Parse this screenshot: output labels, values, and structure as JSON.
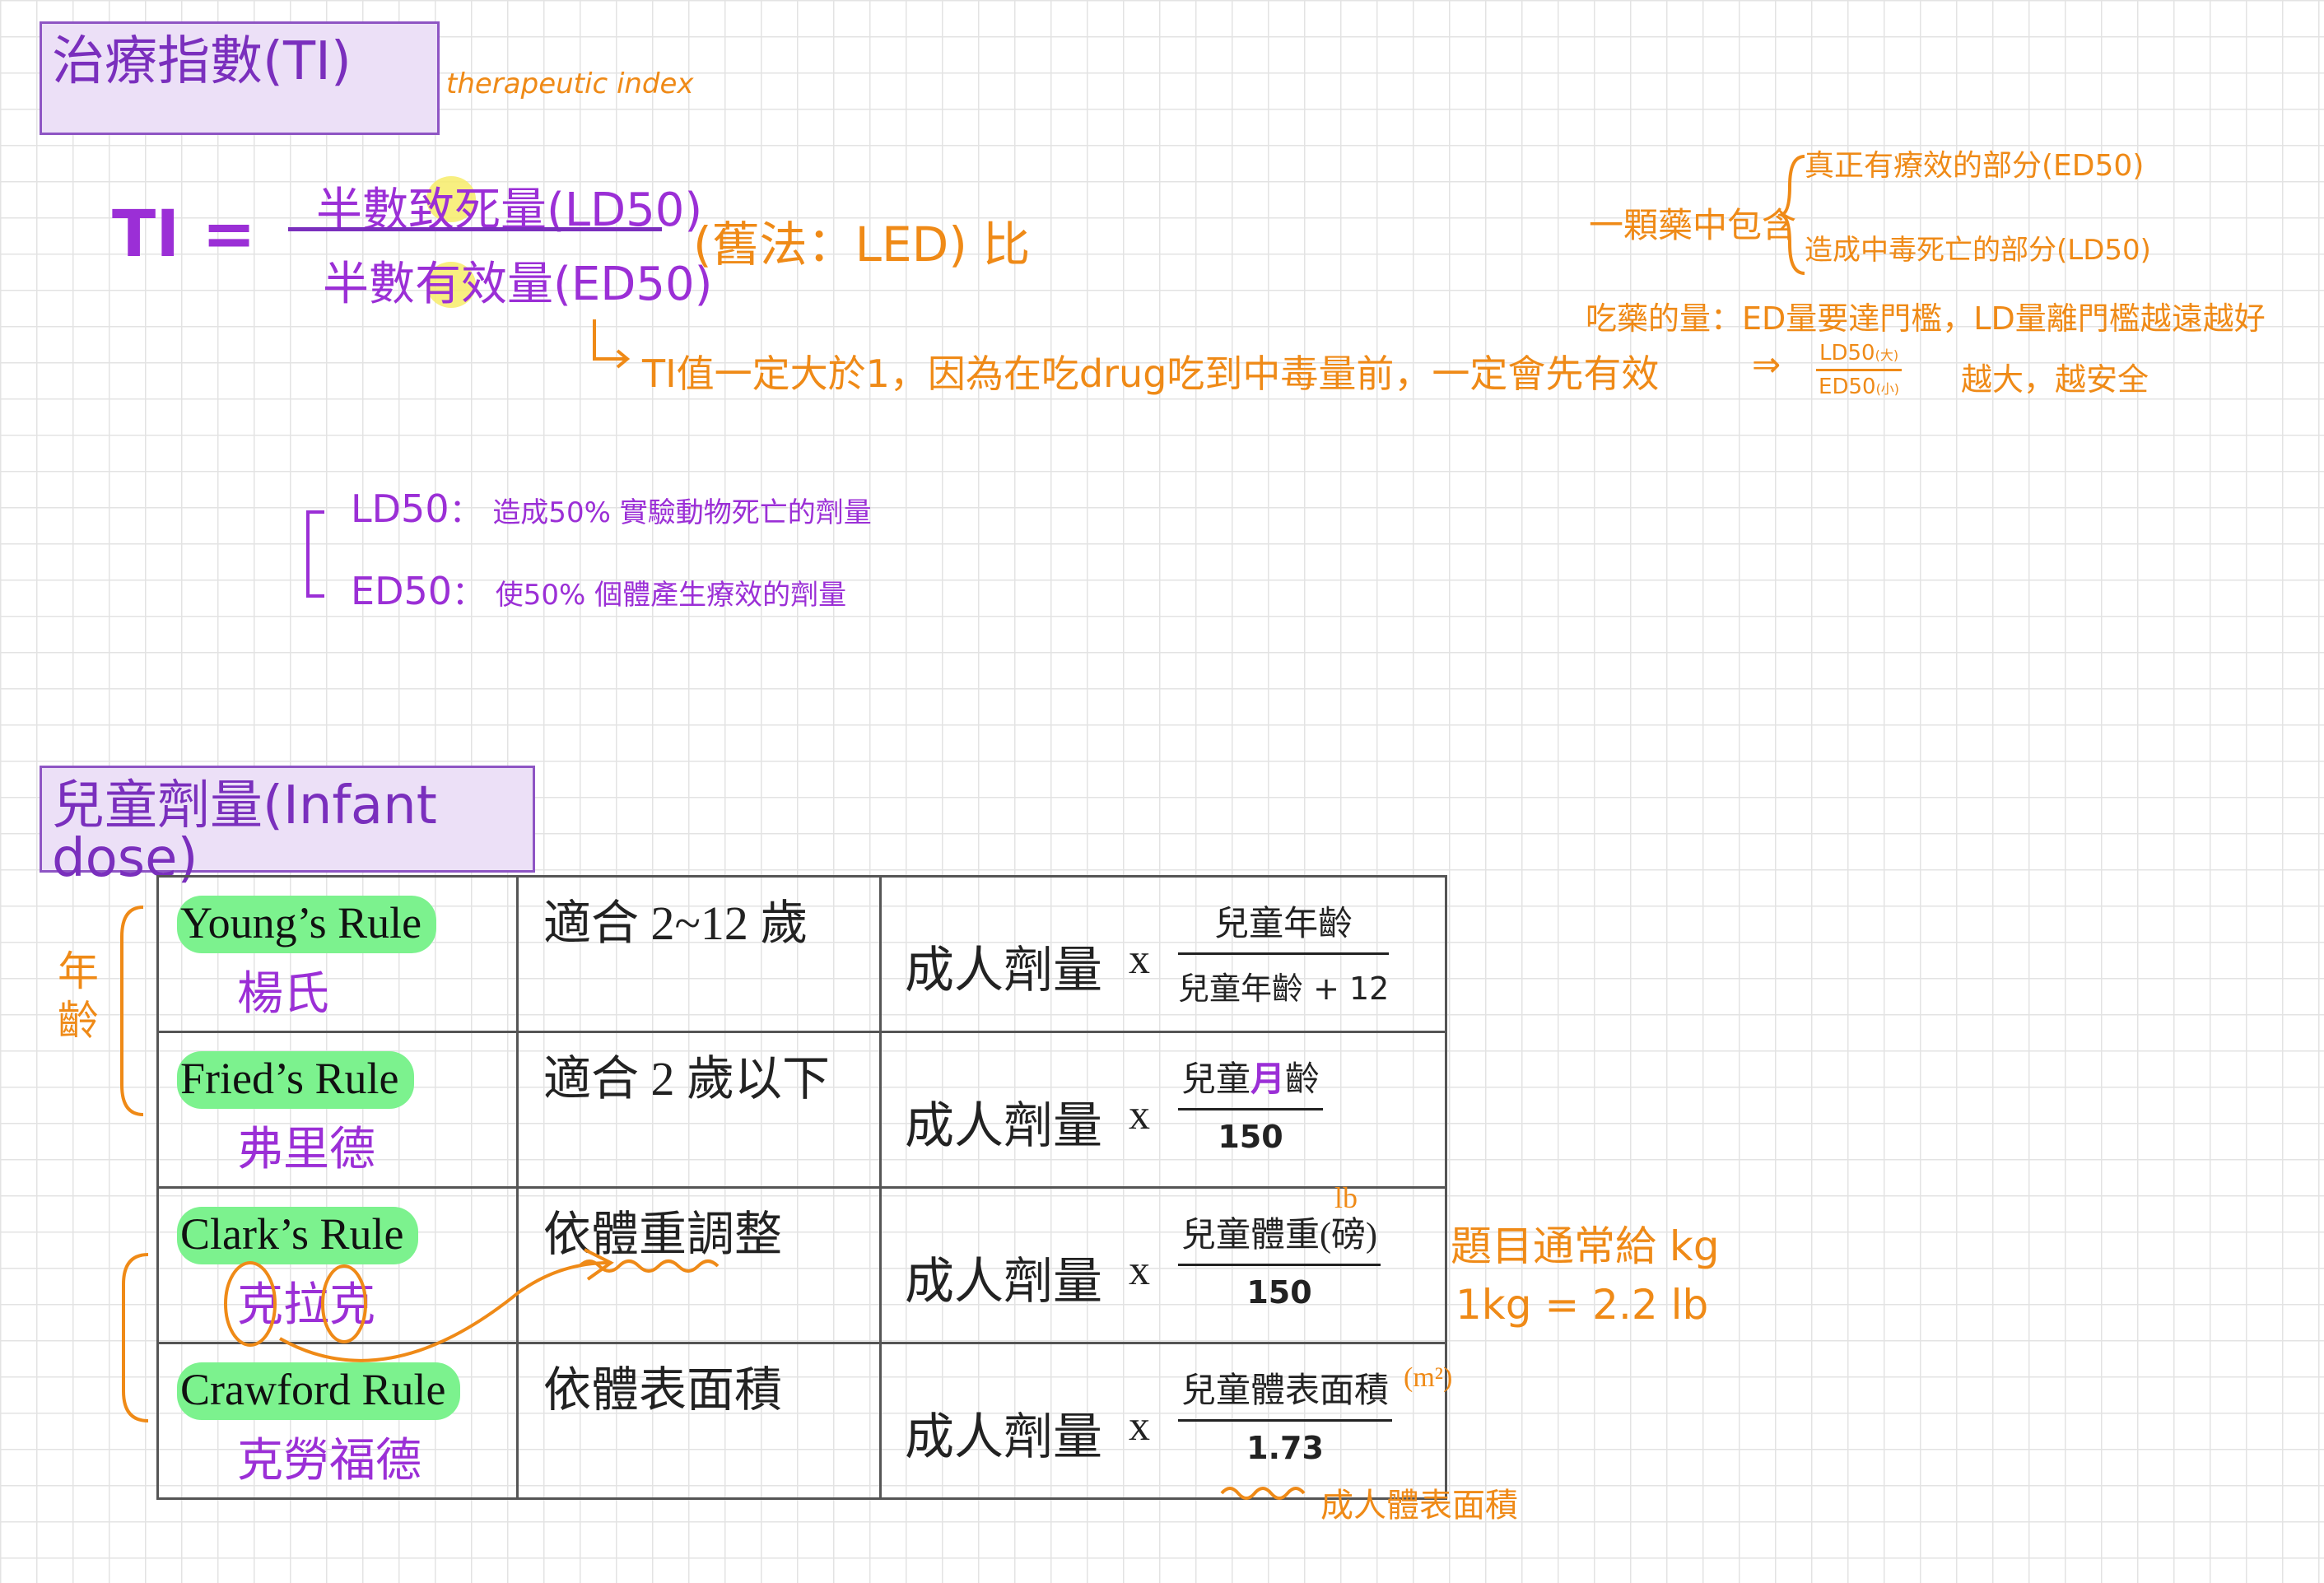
{
  "ti_section": {
    "title": "治療指數(TI)",
    "title_english": "therapeutic index",
    "lhs": "TI =",
    "numerator": "半數致死量(LD50)",
    "denominator": "半數有效量(ED50)",
    "alt_name": "(舊法：LED) 比",
    "arrow_note": "TI值一定大於1，因為在吃drug吃到中毒量前，一定會先有效",
    "defs": [
      {
        "term": "LD50",
        "colon": "：",
        "text": "造成50% 實驗動物死亡的劑量"
      },
      {
        "term": "ED50",
        "colon": "：",
        "text": "使50% 個體產生療效的劑量"
      }
    ],
    "right_note": {
      "line1_prefix": "一顆藥中包含",
      "branch_a": "真正有療效的部分(ED50)",
      "branch_b": "造成中毒死亡的部分(LD50)",
      "line2": "吃藥的量：ED量要達門檻，LD量離門檻越遠越好",
      "arrow": "⇒",
      "frac_num": "LD50",
      "frac_num_note": "(大)",
      "frac_den": "ED50",
      "frac_den_note": "(小)",
      "conclusion": "越大，越安全"
    }
  },
  "infant_section": {
    "title": "兒童劑量(Infant dose)",
    "side_label_age": "年齡",
    "rows": [
      {
        "rule": "Young’s Rule",
        "zh": "楊氏",
        "condition": "適合 2~12 歲",
        "adult": "成人劑量",
        "x": "x",
        "num": "兒童年齡",
        "den": "兒童年齡 + 12"
      },
      {
        "rule": "Fried’s Rule",
        "zh": "弗里德",
        "condition": "適合 2 歲以下",
        "adult": "成人劑量",
        "x": "x",
        "num_a": "兒童",
        "num_mark": "月",
        "num_b": "齡",
        "den": "150"
      },
      {
        "rule": "Clark’s Rule",
        "zh": "克拉克",
        "condition": "依體重調整",
        "adult": "成人劑量",
        "x": "x",
        "num": "兒童體重(磅)",
        "num_mark": "lb",
        "den": "150"
      },
      {
        "rule": "Crawford Rule",
        "zh": "克勞福德",
        "condition": "依體表面積",
        "adult": "成人劑量",
        "x": "x",
        "num": "兒童體表面積",
        "num_mark": "(m²)",
        "den": "1.73",
        "den_note": "成人體表面積"
      }
    ],
    "note_kg": "題目通常給 kg",
    "note_conv": "1kg = 2.2 lb"
  }
}
